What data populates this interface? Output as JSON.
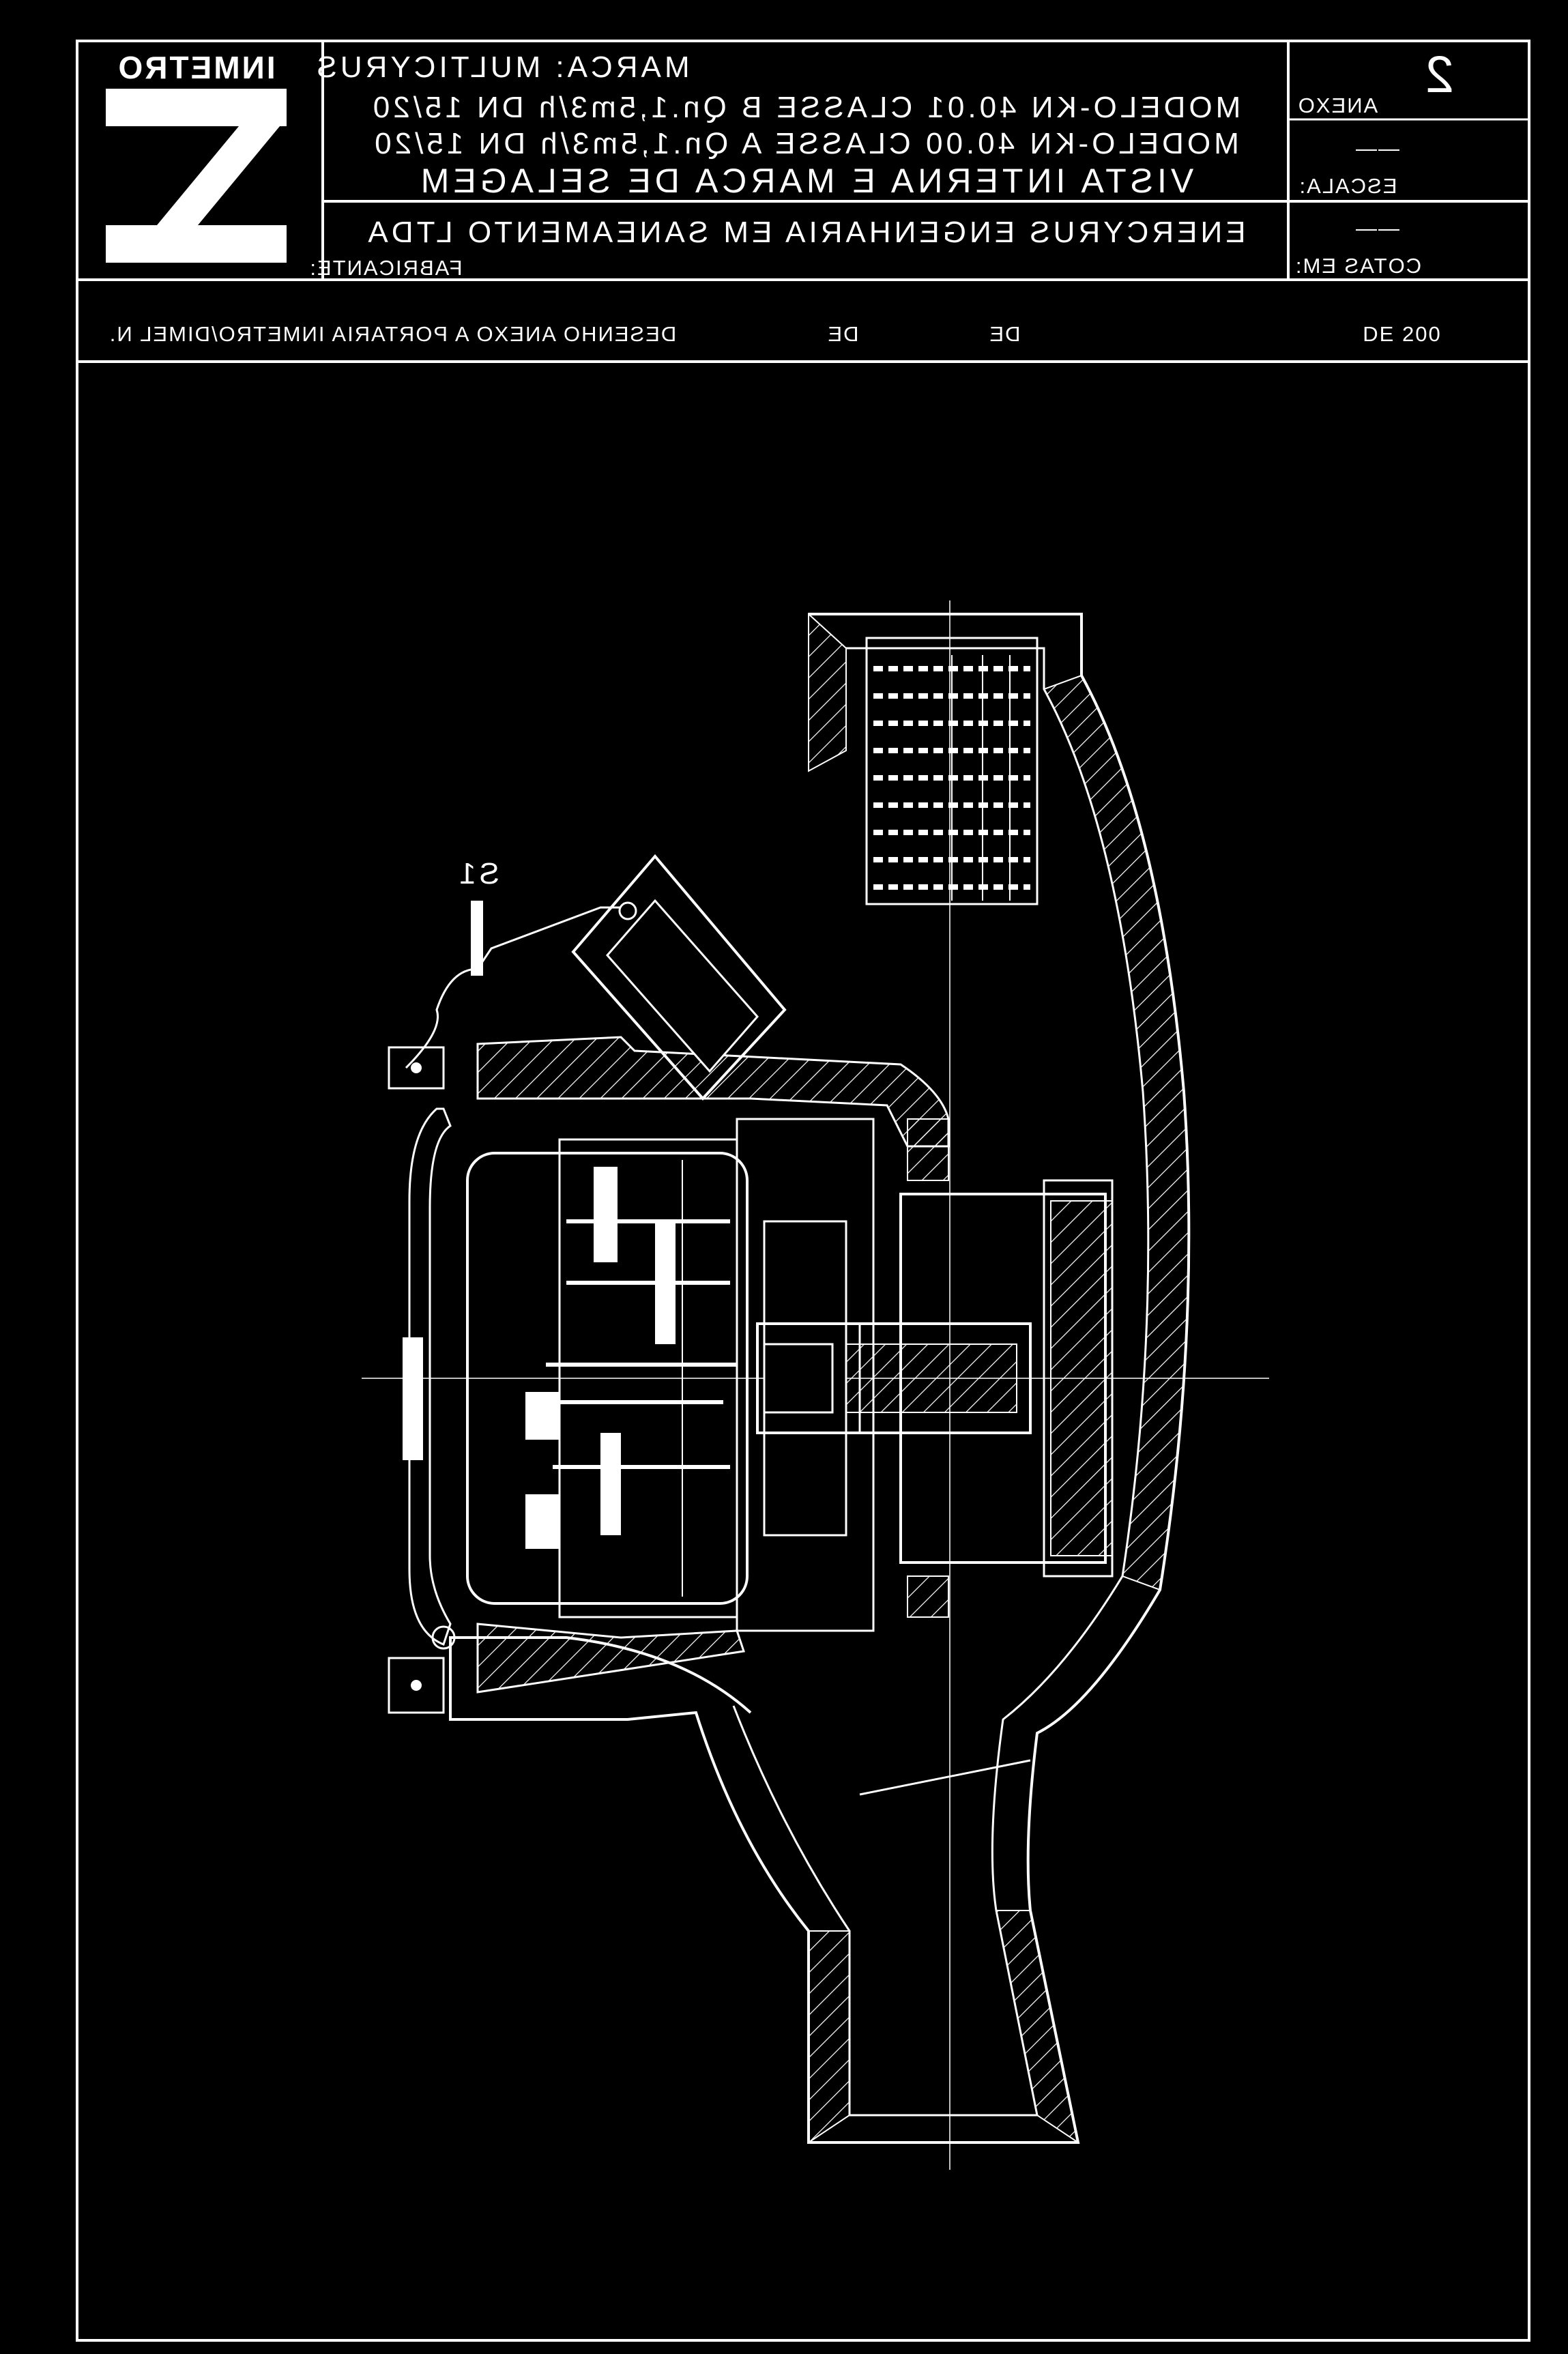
{
  "title_block": {
    "logo_text": "INMETRO",
    "brand": "MARCA: MULTICYRUS",
    "model_line_1": "MODELO-KN 40.01 CLASSE B Qn.1,5m3/h DN 15/20",
    "model_line_2": "MODELO-KN 40.00 CLASSE A Qn.1,5m3/h DN 15/20",
    "view_title": "VISTA INTERNA E MARCA DE SELAGEM",
    "manufacturer_label": "FABRICANTE:",
    "manufacturer_name": "ENERCYRUS ENGENHARIA EM SANEAMENTO LTDA",
    "annex_label": "ANEXO",
    "annex_number": "2",
    "scale_label": "ESCALA:",
    "scale_value": "——",
    "units_label": "COTAS EM:",
    "units_value": "——"
  },
  "reference_bar": {
    "text": "DESENHO ANEXO A PORTARIA INMETRO/DIMEL N.",
    "de_1": "DE",
    "de_2": "DE",
    "year": "DE 200"
  },
  "drawing": {
    "seal_label": "S1"
  },
  "colors": {
    "background": "#000000",
    "line": "#ffffff"
  }
}
